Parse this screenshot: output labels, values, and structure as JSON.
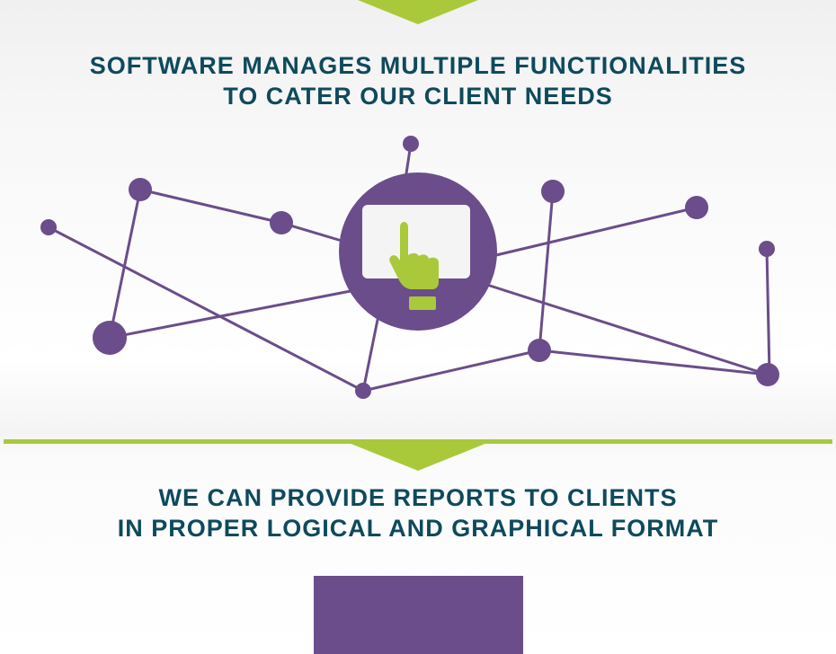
{
  "headings": {
    "top": {
      "line1": "SOFTWARE MANAGES MULTIPLE FUNCTIONALITIES",
      "line2": "TO CATER OUR CLIENT NEEDS"
    },
    "bottom": {
      "line1": "WE CAN PROVIDE REPORTS TO CLIENTS",
      "line2": "IN PROPER LOGICAL AND GRAPHICAL FORMAT"
    }
  },
  "colors": {
    "heading_text": "#0e4a5c",
    "purple": "#6a4d8a",
    "green": "#a9c93a",
    "screen": "#f4f4f4"
  },
  "icons": {
    "hub": "touch-screen-hand-icon"
  }
}
